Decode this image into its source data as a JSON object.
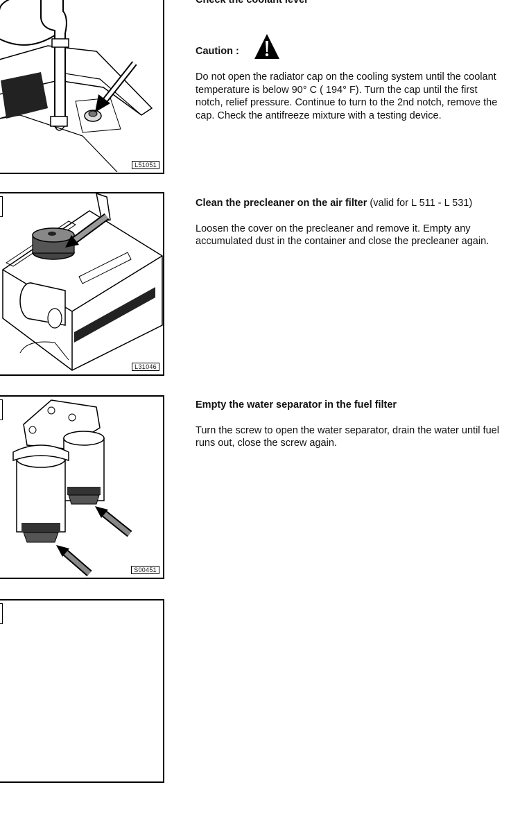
{
  "sections": [
    {
      "heading": "Check the coolant level",
      "caution_label": "Caution :",
      "body": "Do not open the radiator cap on the cooling system until the coolant temperature is below 90° C ( 194° F).  Turn the cap until the first notch, relief pressure.  Continue to turn to the 2nd notch, remove the cap.  Check the antifreeze mixture with a testing device.",
      "figure_id": "L51051"
    },
    {
      "heading": "Clean the precleaner on the  air filter",
      "heading_note": "(valid for L 511 - L 531)",
      "body": "Loosen the cover on the precleaner and remove it.  Empty any accumulated dust in the container and close the precleaner again.",
      "figure_id": "L31046"
    },
    {
      "heading": "Empty the water separator in the fuel filter",
      "body": "Turn  the screw to open the water separator, drain the water until fuel runs out, close the screw again.",
      "figure_id": "S00451"
    }
  ],
  "icons": {
    "caution": "warning-triangle-icon"
  }
}
